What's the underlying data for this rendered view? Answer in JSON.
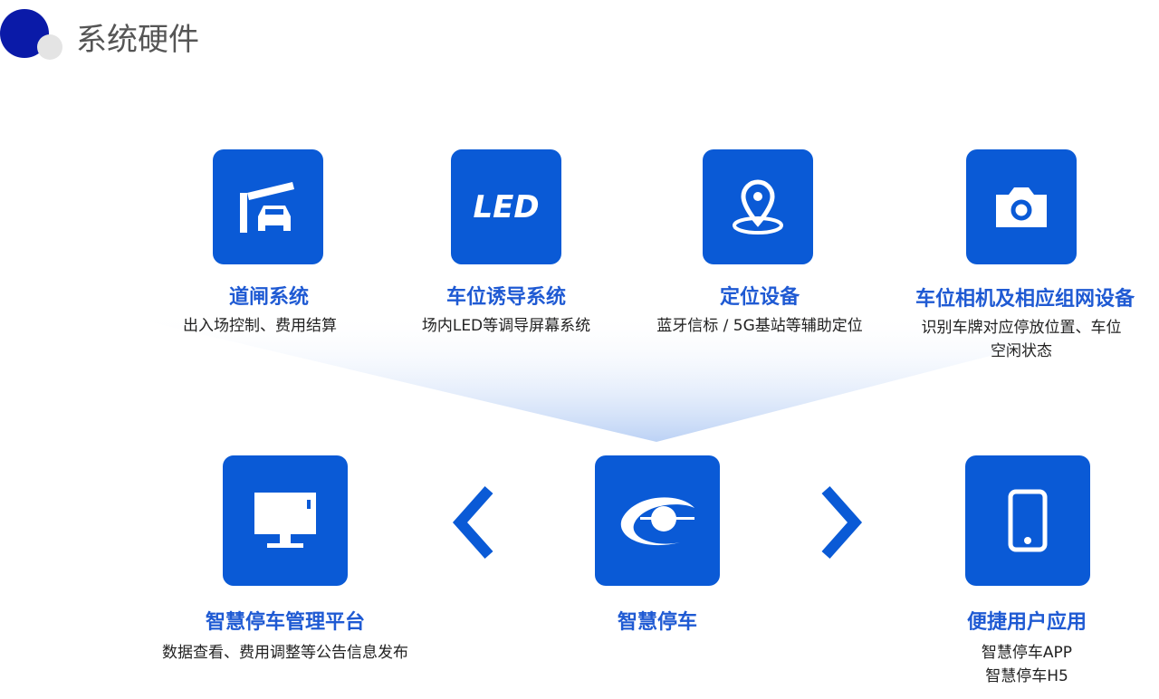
{
  "header": {
    "title": "系统硬件"
  },
  "top_items": [
    {
      "title": "道闸系统",
      "desc": "出入场控制、费用结算",
      "icon": "barrier-gate-icon"
    },
    {
      "title": "车位诱导系统",
      "desc": "场内LED等调导屏幕系统",
      "icon": "led-icon",
      "icon_text": "LED"
    },
    {
      "title": "定位设备",
      "desc": "蓝牙信标 / 5G基站等辅助定位",
      "icon": "location-pin-icon"
    },
    {
      "title": "车位相机及相应组网设备",
      "desc": "识别车牌对应停放位置、车位空闲状态",
      "icon": "camera-icon"
    }
  ],
  "bottom_items": [
    {
      "title": "智慧停车管理平台",
      "desc": "数据查看、费用调整等公告信息发布",
      "icon": "monitor-icon"
    },
    {
      "title": "智慧停车",
      "desc": "",
      "icon": "logo-icon"
    },
    {
      "title": "便捷用户应用",
      "desc_lines": [
        "智慧停车APP",
        "智慧停车H5"
      ],
      "icon": "phone-icon"
    }
  ],
  "colors": {
    "box": "#0a5ad6",
    "title": "#1f5ad3",
    "header_dot": "#0a1aa8"
  }
}
